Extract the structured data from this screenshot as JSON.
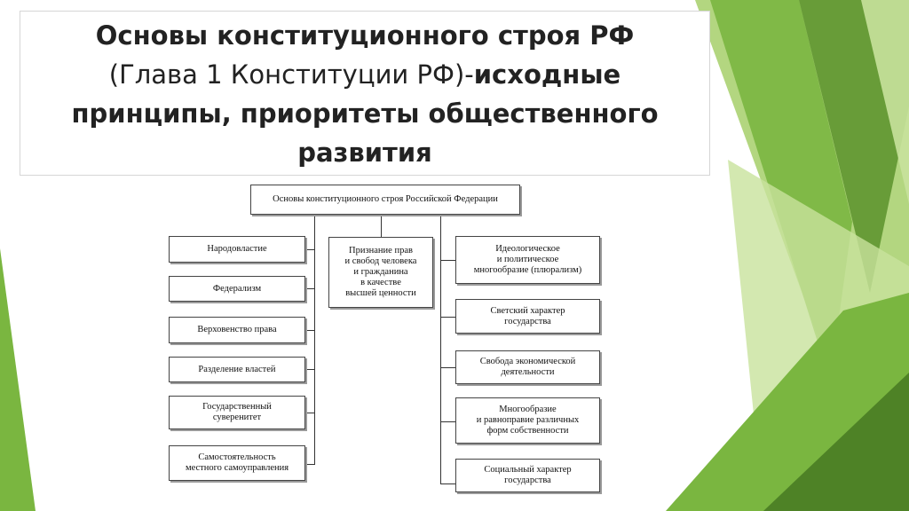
{
  "slide": {
    "title_line1": "Основы конституционного строя РФ",
    "title_line2_normal": "(Глава 1 Конституции РФ)-",
    "title_line2_bold": "исходные",
    "title_line3": "принципы, приоритеты общественного",
    "title_line4": "развития"
  },
  "diagram": {
    "root": "Основы конституционного строя Российской Федерации",
    "left": [
      "Народовластие",
      "Федерализм",
      "Верховенство права",
      "Разделение властей",
      "Государственный\nсуверенитет",
      "Самостоятельность\nместного самоуправления"
    ],
    "center": "Признание прав\nи свобод человека\nи гражданина\nв качестве\nвысшей ценности",
    "right": [
      "Идеологическое\nи политическое\nмногообразие (плюрализм)",
      "Светский характер\nгосударства",
      "Свобода экономической\nдеятельности",
      "Многообразие\nи равноправие различных\nформ собственности",
      "Социальный характер\nгосударства"
    ]
  },
  "colors": {
    "accent_green": "#7ab640",
    "light_green": "#c8e29c"
  }
}
